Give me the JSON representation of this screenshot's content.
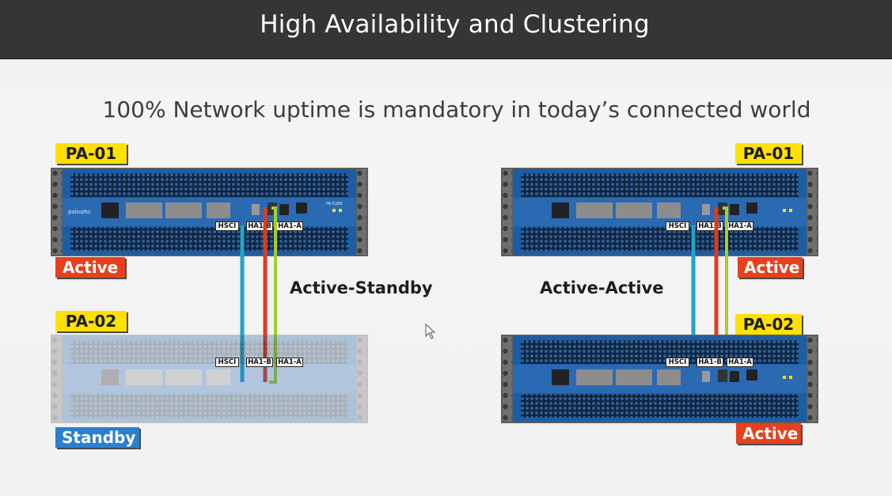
{
  "header": {
    "title": "High Availability and Clustering"
  },
  "subtitle": "100% Network uptime is mandatory in today’s connected world",
  "left": {
    "mode": "Active-Standby",
    "device1": {
      "name": "PA-01",
      "state": "Active"
    },
    "device2": {
      "name": "PA-02",
      "state": "Standby"
    },
    "ports": [
      "HSCI",
      "HA1-B",
      "HA1-A"
    ]
  },
  "right": {
    "mode": "Active-Active",
    "device1": {
      "name": "PA-01",
      "state": "Active"
    },
    "device2": {
      "name": "PA-02",
      "state": "Active"
    },
    "ports": [
      "HSCI",
      "HA1-B",
      "HA1-A"
    ]
  },
  "colors": {
    "title_bar": "#353535",
    "name_tag": "#ffe100",
    "active_tag": "#e8401c",
    "standby_tag": "#2b7fd0",
    "chassis": "#1b5ea8",
    "cable_hsci": "#21a3c9",
    "cable_ha1b": "#e03a1e",
    "cable_ha1a": "#a6cd2f"
  }
}
